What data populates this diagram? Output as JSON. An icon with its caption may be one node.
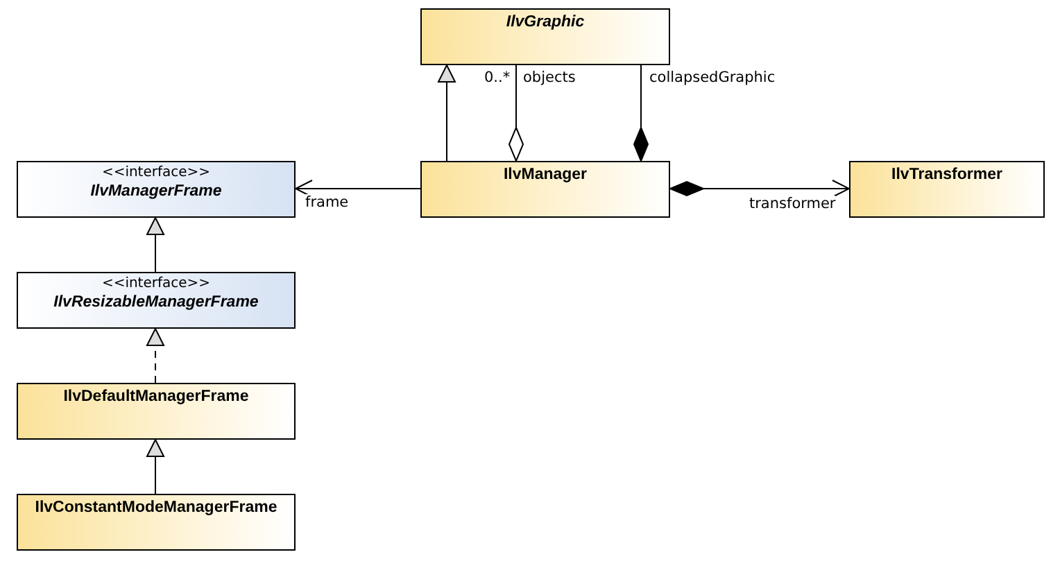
{
  "diagram": {
    "nodes": [
      {
        "text": [
          "IlvGraphic"
        ]
      },
      {
        "text": [
          "<<interface>>",
          "IlvManagerFrame"
        ]
      },
      {
        "text": [
          "IlvManager"
        ]
      },
      {
        "text": [
          "IlvTransformer"
        ]
      },
      {
        "text": [
          "<<interface>>",
          "IlvResizableManagerFrame"
        ]
      },
      {
        "text": [
          "IlvDefaultManagerFrame"
        ]
      },
      {
        "text": [
          "IlvConstantModeManagerFrame"
        ]
      }
    ],
    "edges": [
      {
        "from": 2,
        "to": 0,
        "arrow": "to"
      },
      {
        "from": 0,
        "to": 2,
        "arrow": "other",
        "label": "objects"
      },
      {
        "from": 0,
        "to": 2,
        "arrow": "other",
        "label": "collapsedGraphic"
      },
      {
        "from": 2,
        "to": 1,
        "arrow": "to",
        "label": "frame"
      },
      {
        "from": 2,
        "to": 3,
        "arrow": "to",
        "label": "transformer"
      },
      {
        "from": 4,
        "to": 1,
        "arrow": "to"
      },
      {
        "from": 5,
        "to": 4,
        "arrow": "to",
        "style": "dashed"
      },
      {
        "from": 6,
        "to": 5,
        "arrow": "to"
      }
    ],
    "labels": [
      "0..*"
    ]
  }
}
